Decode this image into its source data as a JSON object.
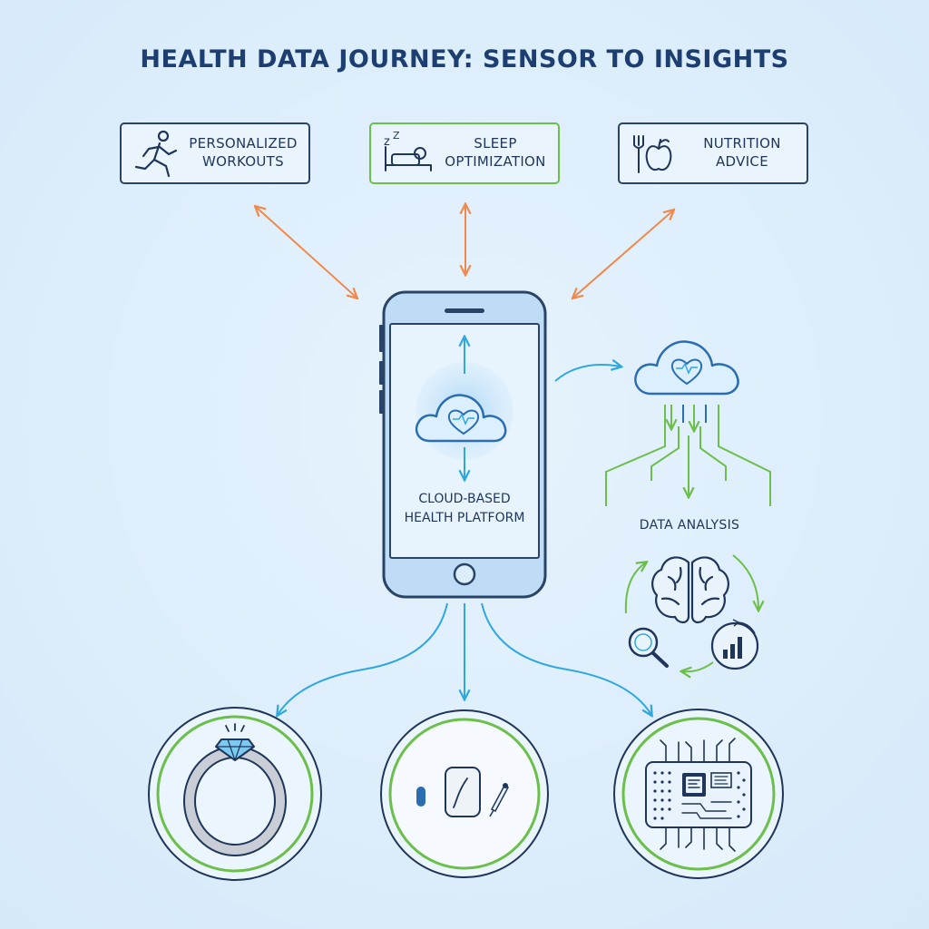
{
  "title": "HEALTH DATA JOURNEY: SENSOR TO INSIGHTS",
  "insights": [
    {
      "line1": "PERSONALIZED",
      "line2": "WORKOUTS",
      "icon": "runner-icon",
      "border": "#2a4468"
    },
    {
      "line1": "SLEEP",
      "line2": "OPTIMIZATION",
      "icon": "sleeping-person-icon",
      "border": "#6cbf4a"
    },
    {
      "line1": "NUTRITION",
      "line2": "ADVICE",
      "icon": "fork-apple-icon",
      "border": "#2a4468"
    }
  ],
  "phone": {
    "line1": "CLOUD-BASED",
    "line2": "HEALTH PLATFORM"
  },
  "analysis": {
    "label": "DATA ANALYSIS"
  },
  "sensors": [
    {
      "icon": "smart-ring-icon"
    },
    {
      "icon": "skin-patch-sensor-icon"
    },
    {
      "icon": "microchip-sensor-icon"
    }
  ],
  "colors": {
    "navy": "#1f3559",
    "orange": "#ef8a4c",
    "blue": "#2fa8df",
    "green": "#6cbf4a",
    "phone_fill": "#bfdcf6"
  }
}
